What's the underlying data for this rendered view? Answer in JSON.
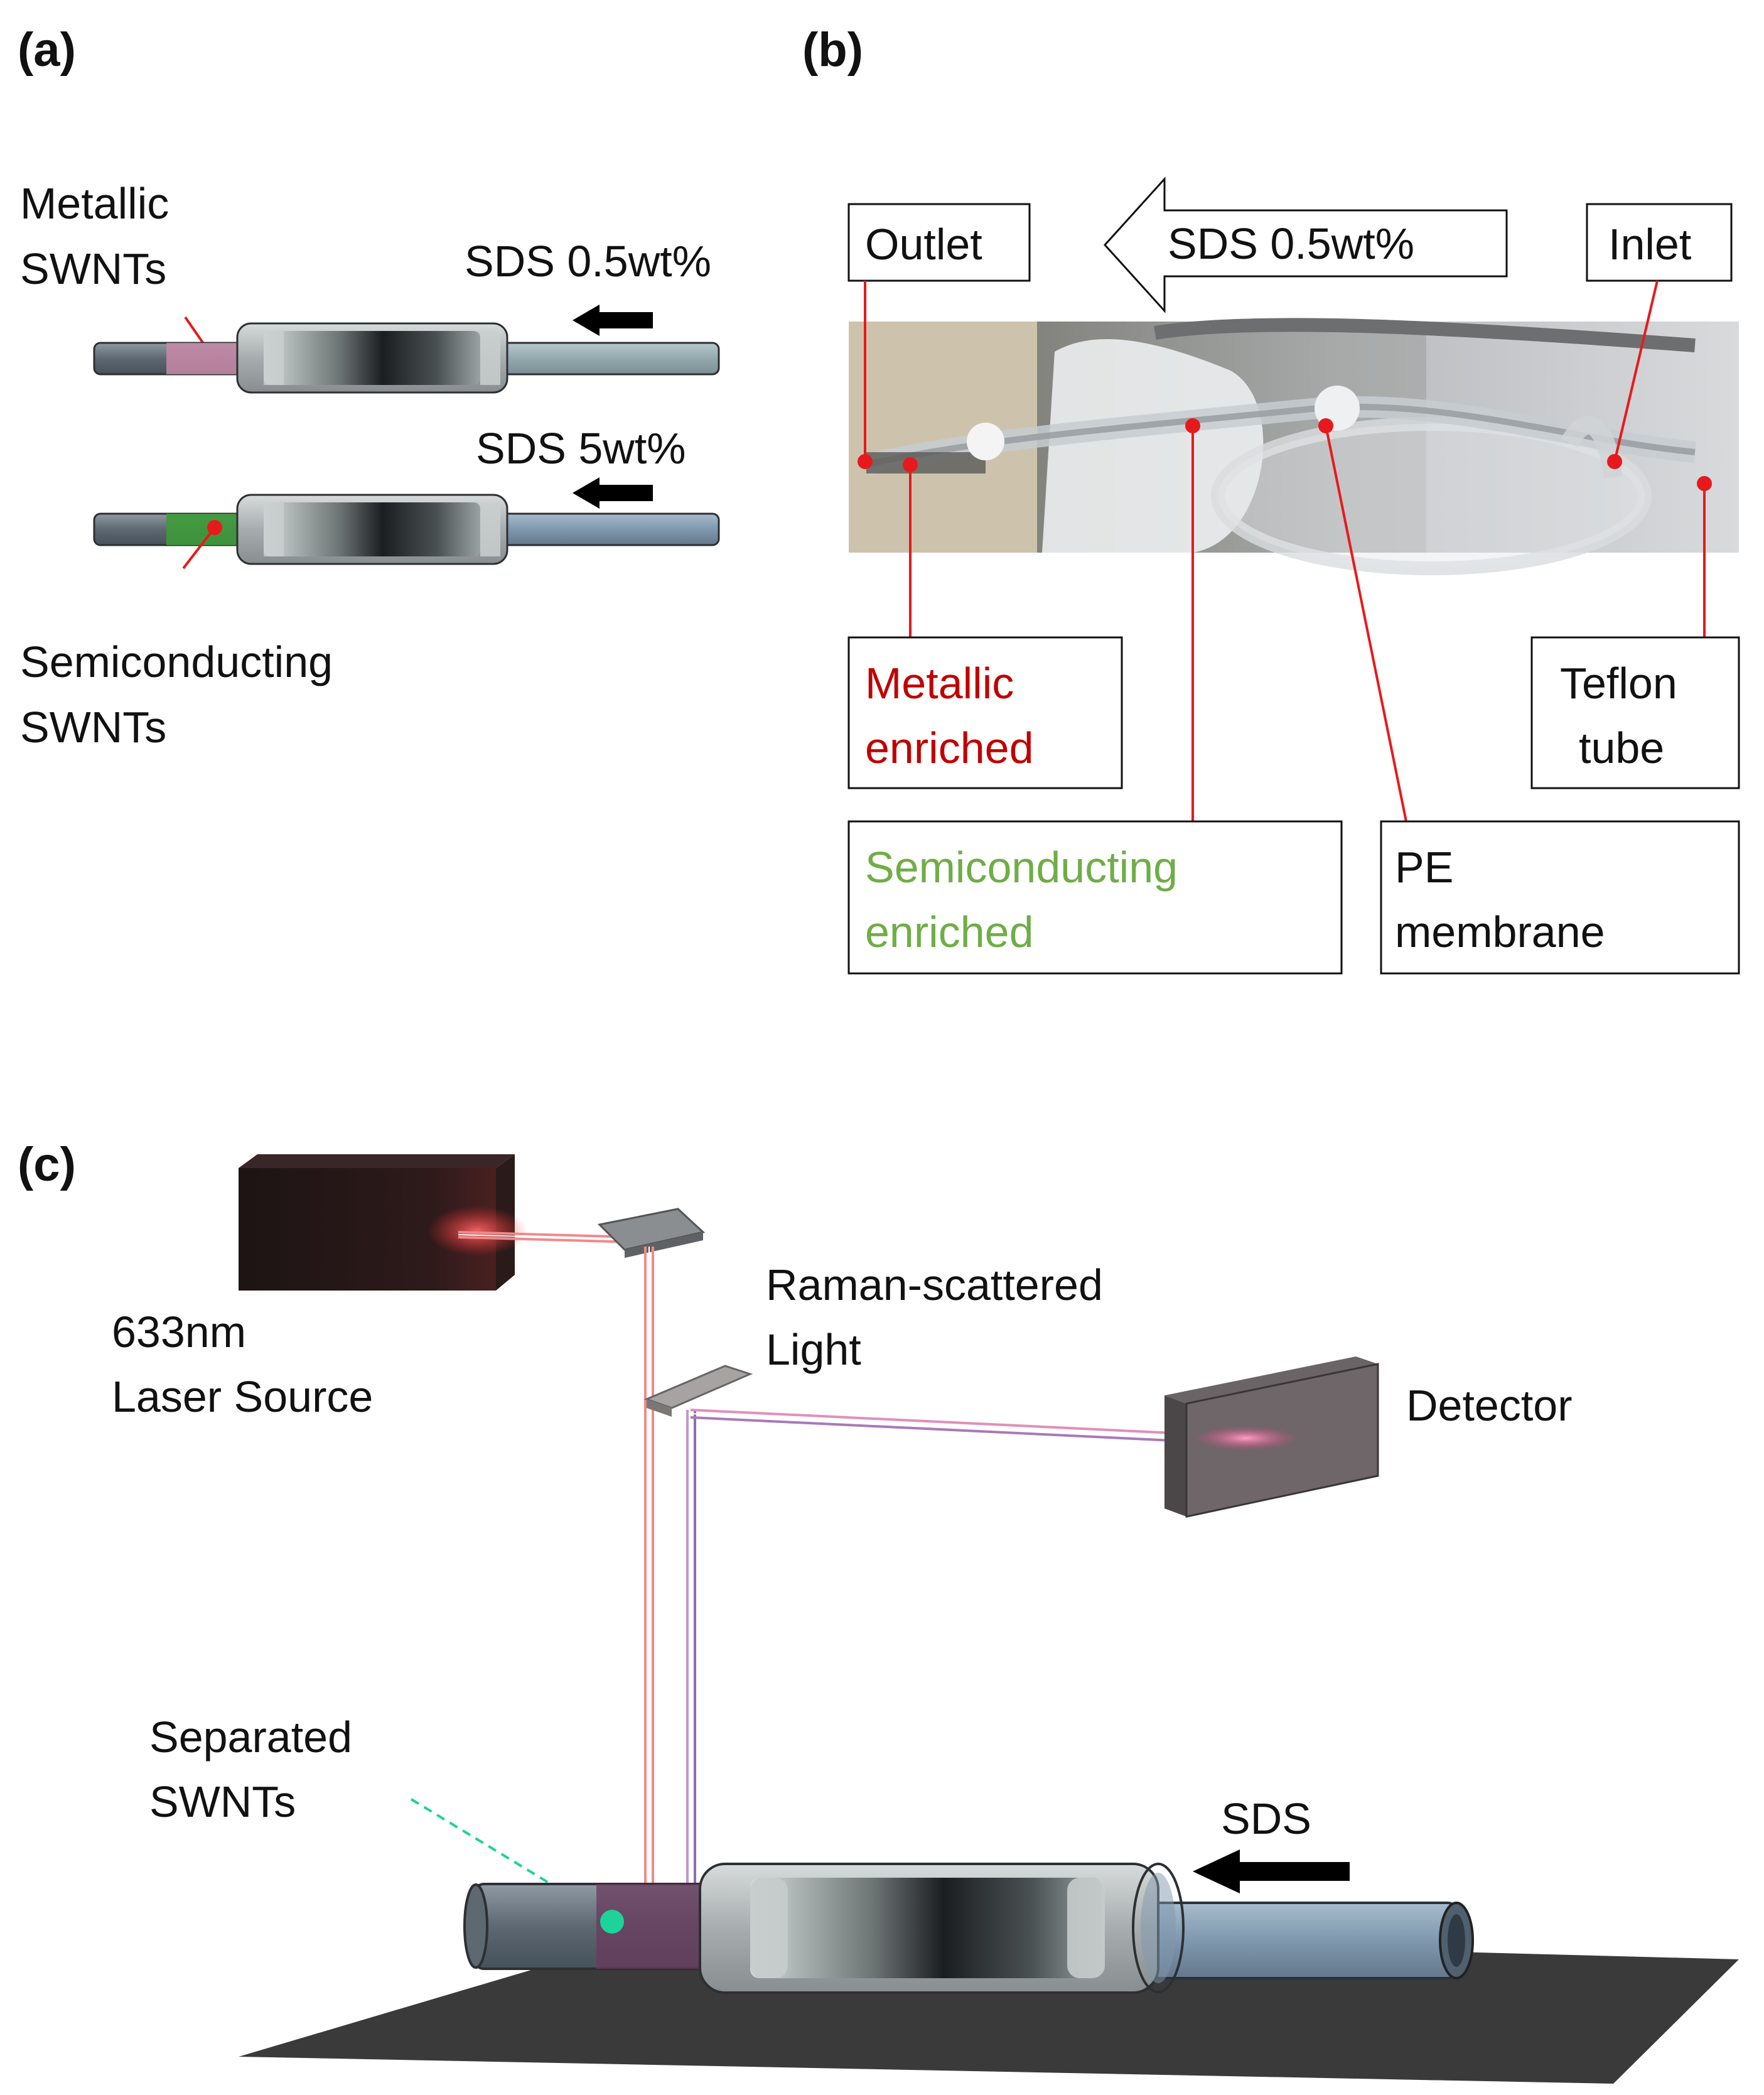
{
  "panel_a": {
    "label": "(a)",
    "metallic_label": [
      "Metallic",
      "SWNTs"
    ],
    "sds_top": "SDS 0.5wt%",
    "sds_bottom": "SDS 5wt%",
    "semiconducting_label": [
      "Semiconducting",
      "SWNTs"
    ]
  },
  "panel_b": {
    "label": "(b)",
    "outlet": "Outlet",
    "flow": "SDS 0.5wt%",
    "inlet": "Inlet",
    "metallic_enriched": [
      "Metallic",
      "enriched"
    ],
    "teflon_tube": [
      "Teflon",
      "tube"
    ],
    "semiconducting_enriched": [
      "Semiconducting",
      "enriched"
    ],
    "pe_membrane": [
      "PE",
      "membrane"
    ]
  },
  "panel_c": {
    "label": "(c)",
    "laser_source": [
      "633nm",
      "Laser Source"
    ],
    "raman_light": [
      "Raman-scattered",
      "Light"
    ],
    "detector": "Detector",
    "separated_swnts": [
      "Separated",
      "SWNTs"
    ],
    "sds": "SDS"
  },
  "colors": {
    "metallic": "#c00000",
    "semiconducting": "#70ad47",
    "marker": "#e8191c",
    "separated_dot": "#1dd39a"
  }
}
